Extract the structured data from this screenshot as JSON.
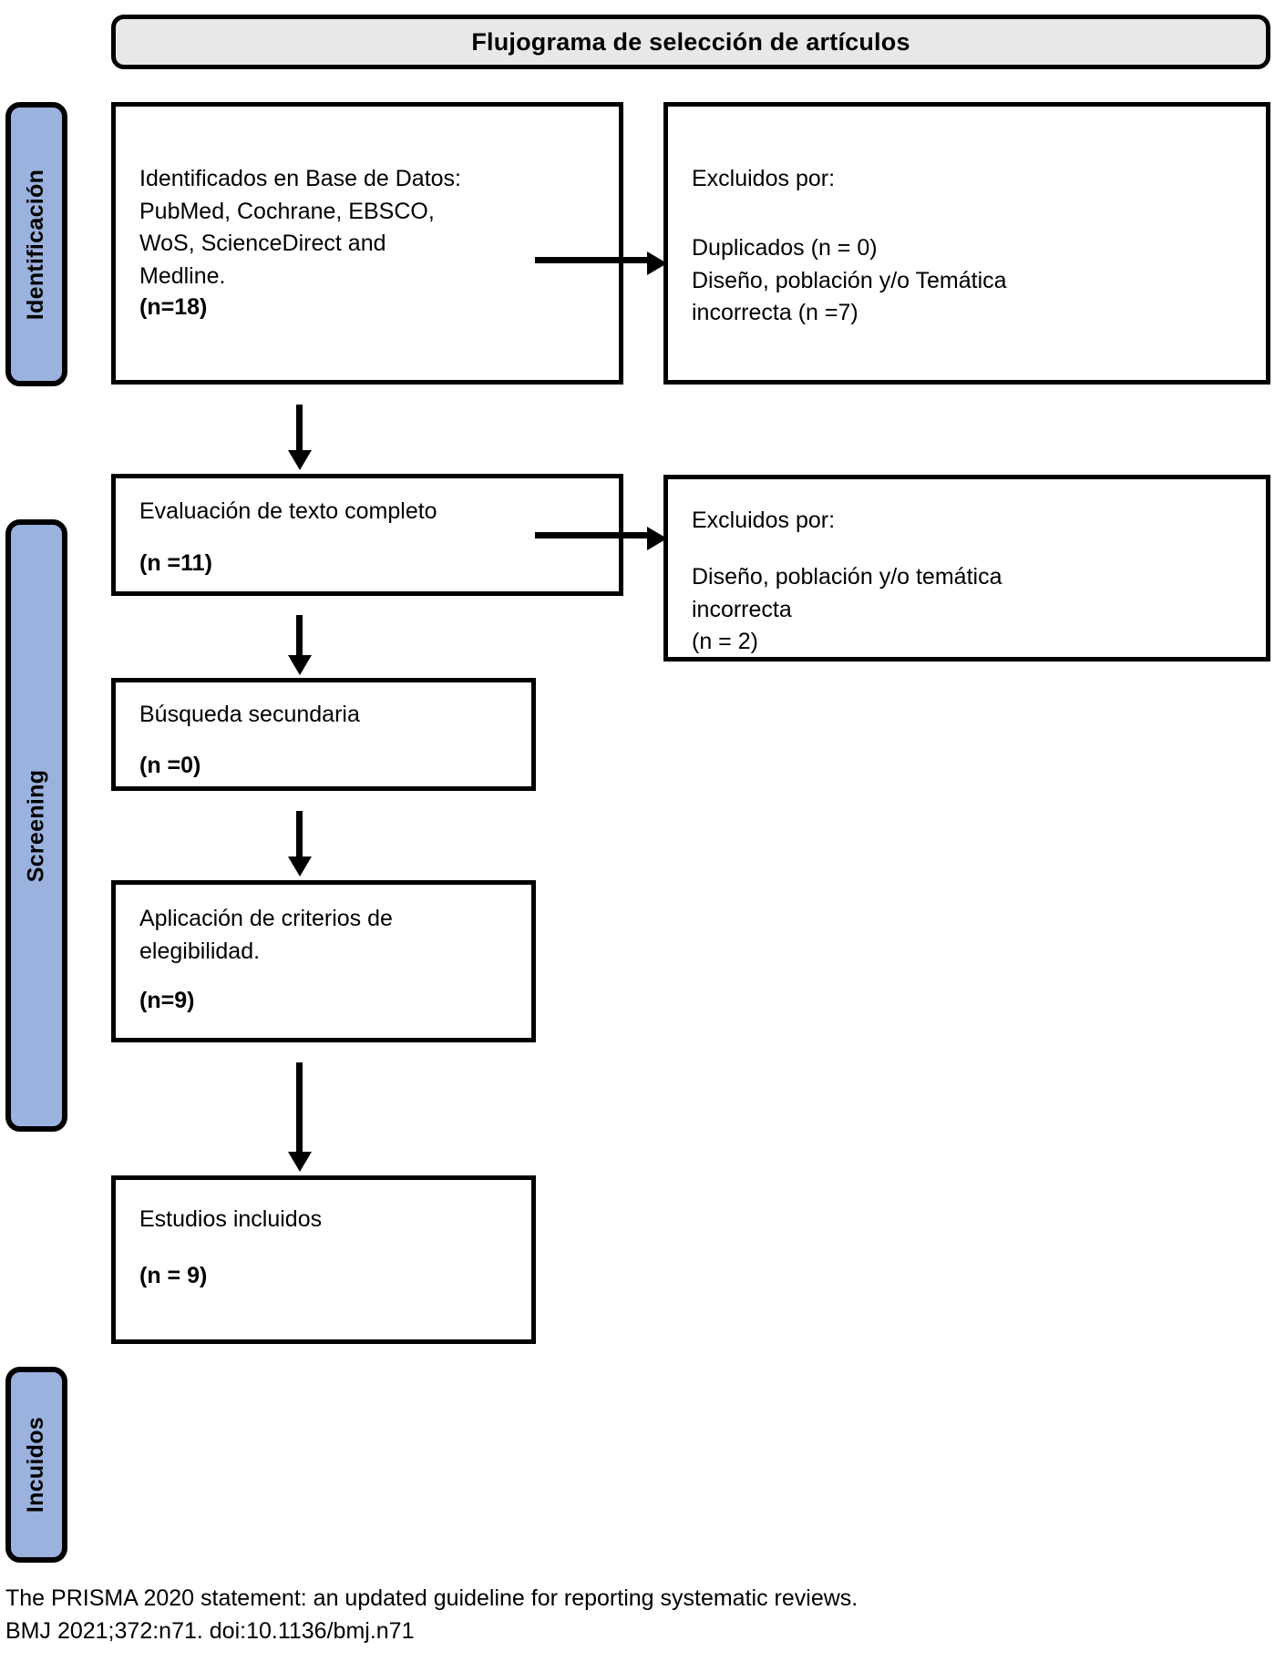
{
  "title": {
    "text": "Flujograma de selección de artículos"
  },
  "stages": [
    {
      "id": "identificacion",
      "label": "Identificación"
    },
    {
      "id": "screening",
      "label": "Screening"
    },
    {
      "id": "incuidos",
      "label": "Incuidos"
    }
  ],
  "boxes": {
    "identificados": {
      "text": "Identificados en Base de Datos:\nPubMed, Cochrane, EBSCO,\nWoS, ScienceDirect and\nMedline.",
      "count": "(n=18)"
    },
    "excluidos_1": {
      "heading": "Excluidos por:",
      "reasons": "Duplicados (n = 0)\nDiseño, población y/o Temática\nincorrecta (n =7)"
    },
    "evaluacion": {
      "text": "Evaluación de texto completo",
      "count": "(n =11)"
    },
    "excluidos_2": {
      "heading": "Excluidos por:",
      "reasons": "Diseño, población y/o temática\nincorrecta\n(n = 2)"
    },
    "busqueda": {
      "text": "Búsqueda secundaria",
      "count": "(n =0)"
    },
    "aplicacion": {
      "text": "Aplicación de criterios de\nelegibilidad.",
      "count": "(n=9)"
    },
    "estudios": {
      "text": "Estudios incluidos",
      "count": "(n = 9)"
    }
  },
  "footer": {
    "line1": "The PRISMA 2020 statement: an updated guideline for reporting systematic reviews.",
    "line2": "BMJ 2021;372:n71. doi:10.1136/bmj.n71"
  },
  "colors": {
    "stage_bar_fill": "#9BB2DE",
    "title_fill": "#E8E8E8",
    "stroke": "#000000",
    "box_fill": "#FFFFFF"
  }
}
